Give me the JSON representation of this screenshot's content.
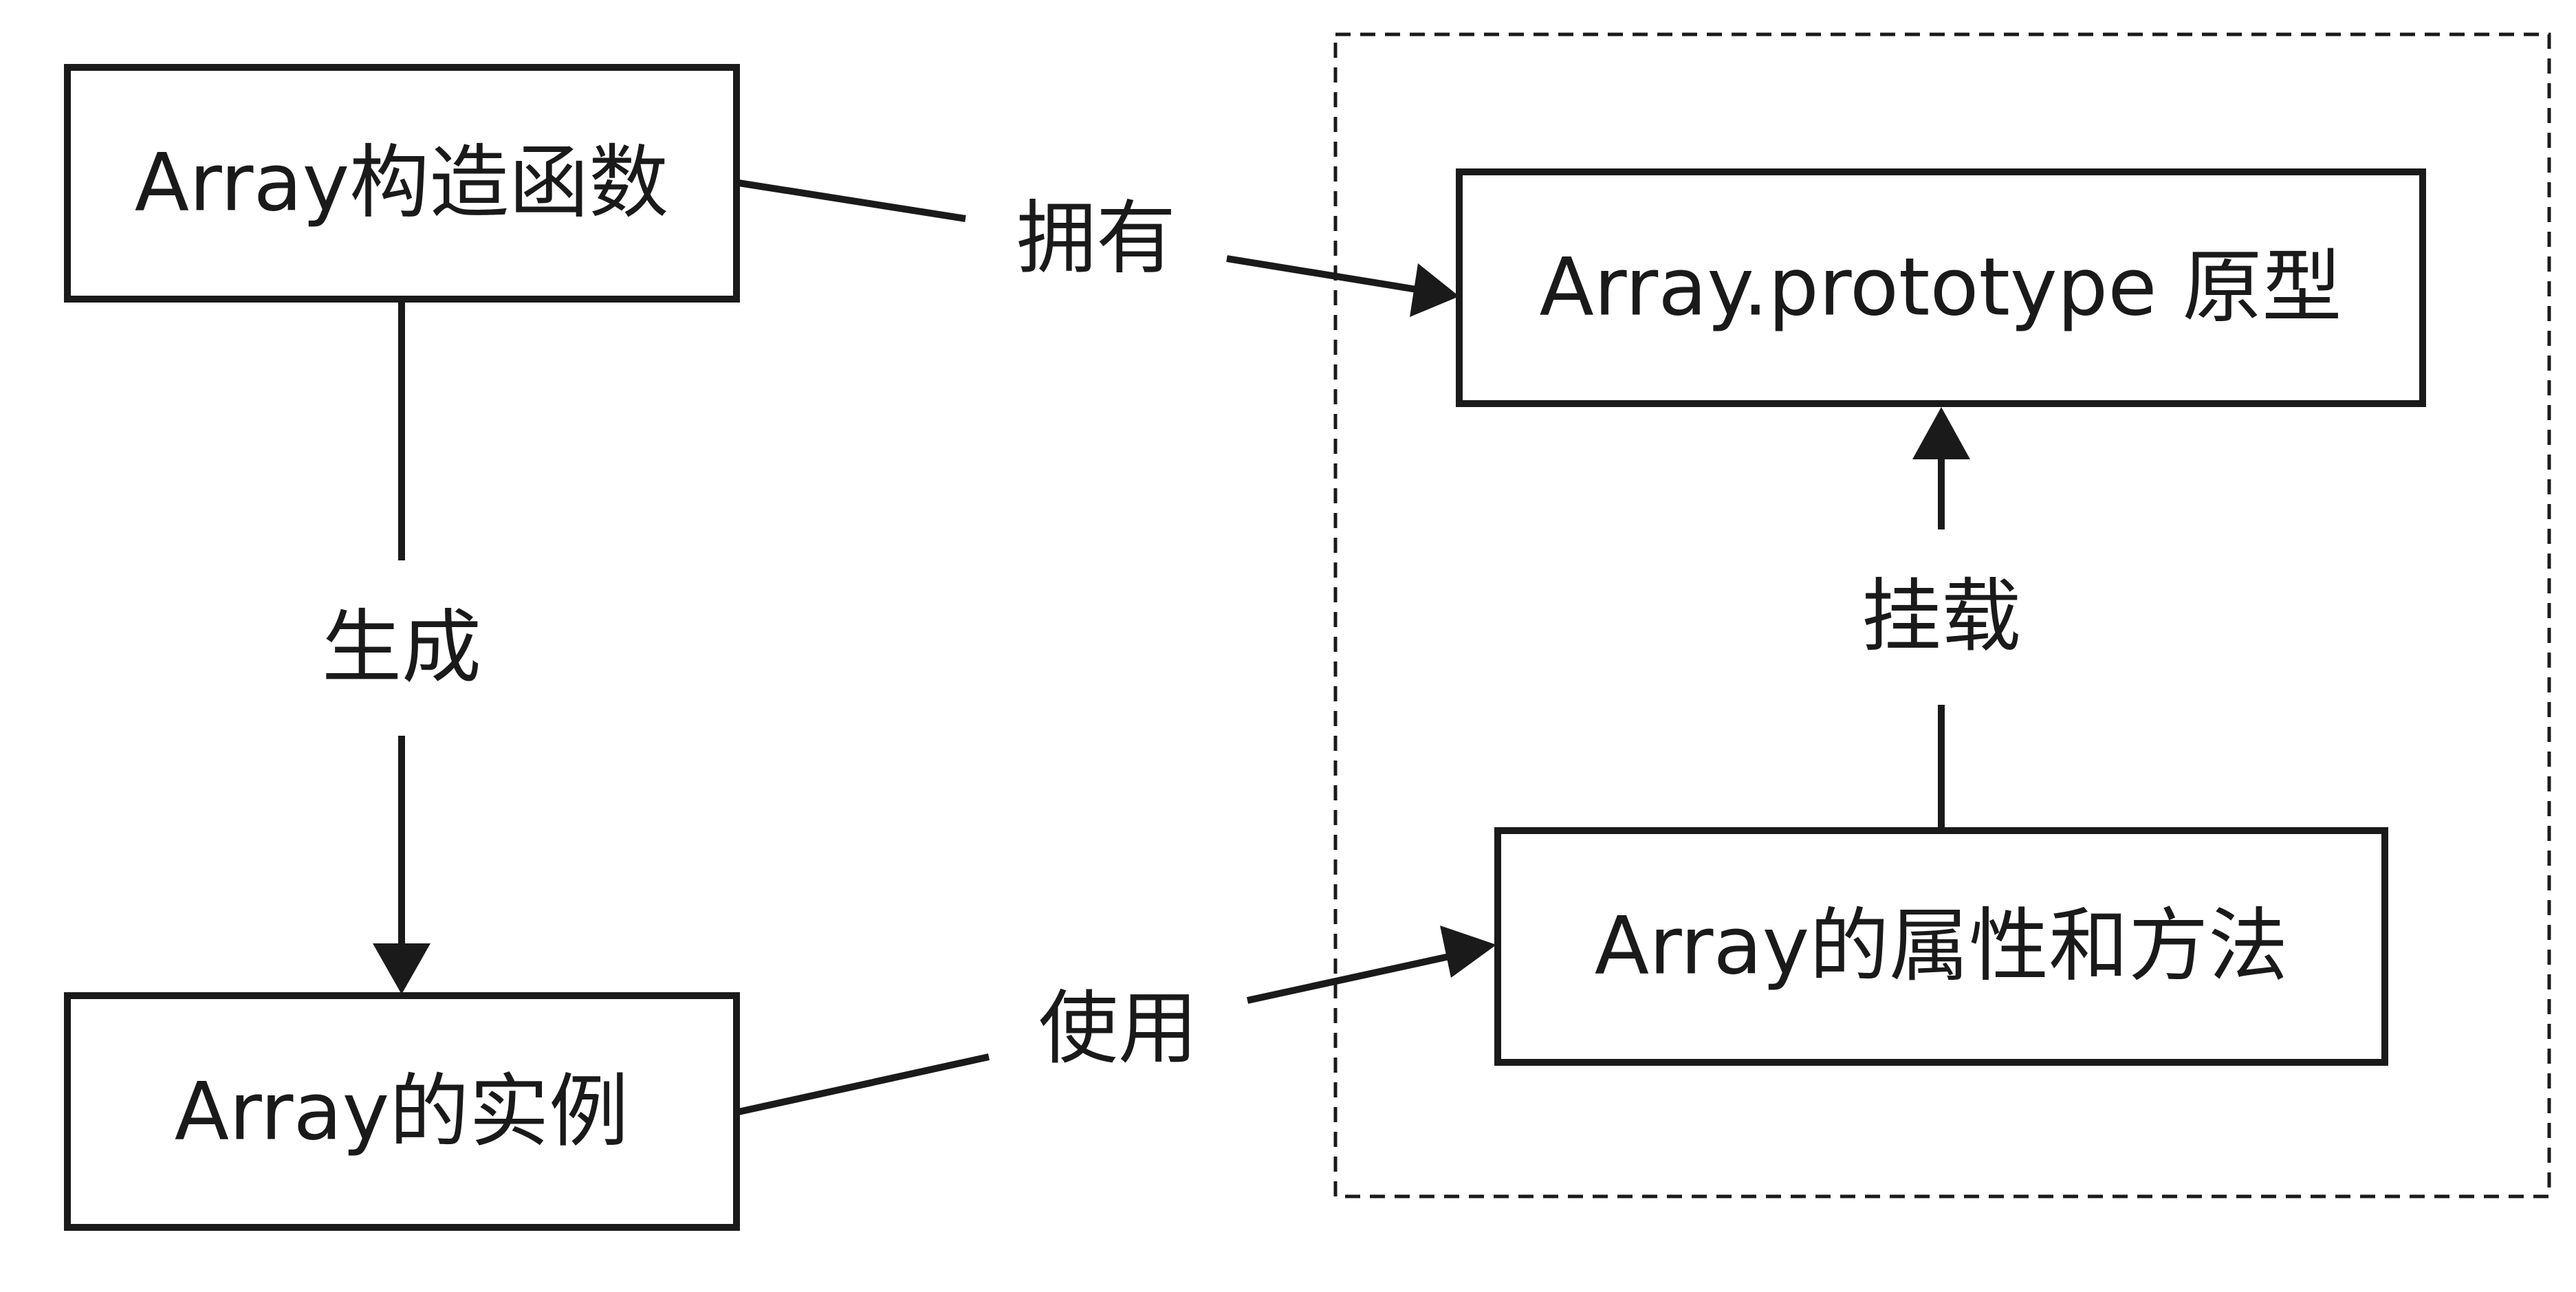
{
  "nodes": {
    "constructor": "Array构造函数",
    "instance": "Array的实例",
    "prototype": "Array.prototype 原型",
    "members": "Array的属性和方法"
  },
  "edges": {
    "has": "拥有",
    "creates": "生成",
    "uses": "使用",
    "mounted_on": "挂载"
  },
  "colors": {
    "stroke": "#1a1a1a",
    "background": "#ffffff"
  }
}
